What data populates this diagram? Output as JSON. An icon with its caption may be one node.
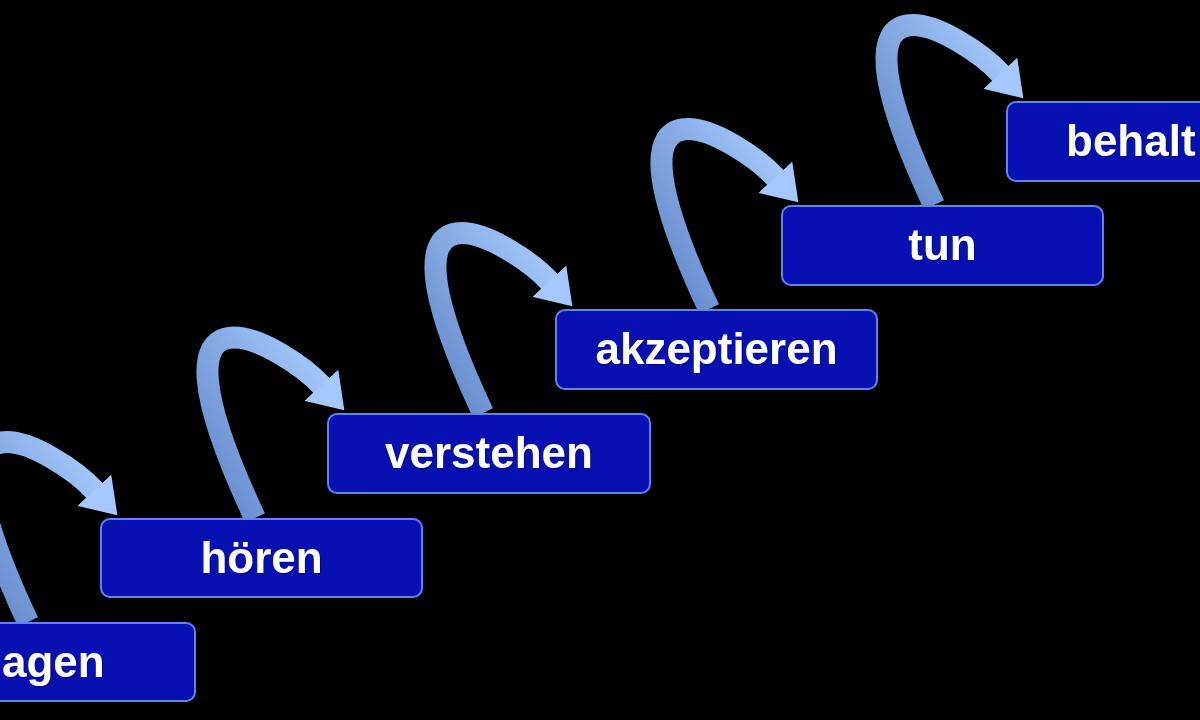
{
  "diagram": {
    "nodes": [
      {
        "text": [
          "agen"
        ]
      },
      {
        "text": [
          "hören"
        ]
      },
      {
        "text": [
          "verstehen"
        ]
      },
      {
        "text": [
          "akzeptieren"
        ]
      },
      {
        "text": [
          "tun"
        ]
      },
      {
        "text": [
          "behalt"
        ]
      }
    ],
    "edges": [
      {
        "from": 0,
        "to": 1,
        "arrow": "to"
      },
      {
        "from": 1,
        "to": 2,
        "arrow": "to"
      },
      {
        "from": 2,
        "to": 3,
        "arrow": "to"
      },
      {
        "from": 3,
        "to": 4,
        "arrow": "to"
      },
      {
        "from": 4,
        "to": 5,
        "arrow": "to"
      }
    ]
  }
}
